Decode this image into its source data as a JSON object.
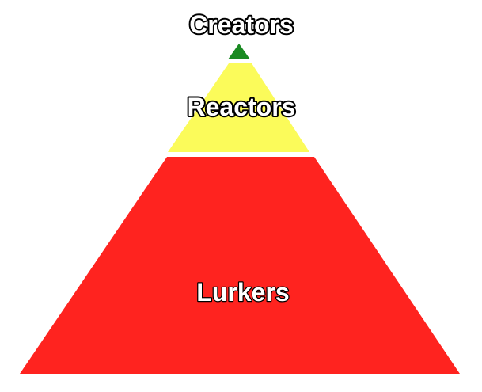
{
  "pyramid": {
    "tiers": [
      {
        "key": "top",
        "label": "Creators",
        "color": "#1a8a22"
      },
      {
        "key": "middle",
        "label": "Reactors",
        "color": "#fbfb5a"
      },
      {
        "key": "bottom",
        "label": "Lurkers",
        "color": "#ff231f"
      }
    ],
    "label_fill": "#ffffff",
    "label_outline": "#000000"
  }
}
